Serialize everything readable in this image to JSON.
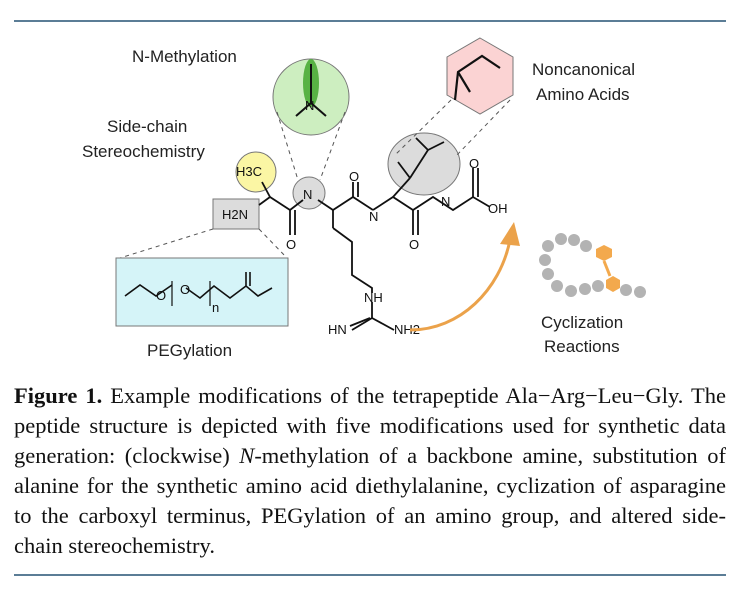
{
  "figure": {
    "labels": {
      "n_methylation": "N-Methylation",
      "side_chain_1": "Side-chain",
      "side_chain_2": "Stereochemistry",
      "noncanonical_1": "Noncanonical",
      "noncanonical_2": "Amino Acids",
      "pegylation": "PEGylation",
      "cyclization_1": "Cyclization",
      "cyclization_2": "Reactions"
    },
    "atoms": {
      "h3c": "H3C",
      "h2n": "H2N",
      "n_methyl": "N",
      "oh": "OH",
      "nh_side": "NH",
      "hn": "HN",
      "nh2": "NH2",
      "peg_n": "n",
      "peg_o": "O"
    },
    "colors": {
      "yellow": "#fbf6a4",
      "green": "#cdeec0",
      "green_dark": "#58b244",
      "pink": "#fbd3d3",
      "cyan": "#d5f4f8",
      "gray": "#dcdcdc",
      "orange": "#eba24a",
      "bead_gray": "#b3b3b3",
      "bead_orange": "#f3a94d"
    }
  },
  "caption": {
    "label": "Figure 1.",
    "text_1": " Example modifications of the tetrapeptide Ala−Arg−Leu−Gly. The peptide structure is depicted with five modifications used for synthetic data generation: (clockwise) ",
    "italic_n": "N",
    "text_2": "-methylation of a backbone amine, substitution of alanine for the synthetic amino acid diethylalanine, cyclization of asparagine to the carboxyl terminus, PEGylation of an amino group, and altered side-chain stereochemistry."
  }
}
